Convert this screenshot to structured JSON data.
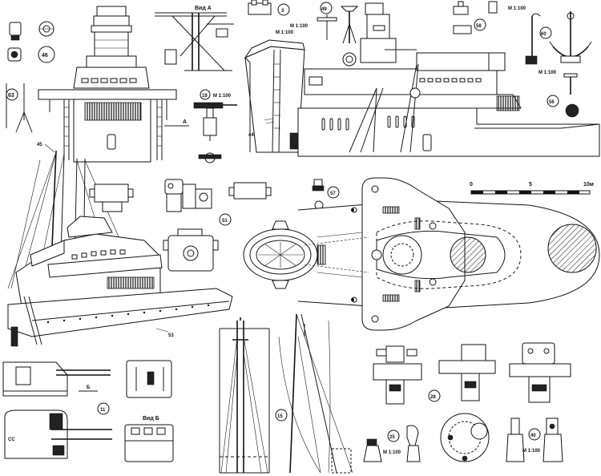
{
  "labels": {
    "vid_a": "Вид А",
    "vid_b": "Вид Б",
    "mark_a": "А",
    "mark_b": "Б",
    "n3": "3",
    "n49": "49",
    "n58": "58",
    "n60": "60",
    "n46": "46",
    "n63": "63",
    "n19": "19",
    "n44": "44",
    "n56": "56",
    "n45": "45",
    "n51": "51",
    "n57": "57",
    "n53": "53",
    "n11": "11",
    "n15": "15",
    "n28": "28",
    "n25": "25",
    "n40": "40"
  },
  "scale_notes": {
    "m100_a": "М 1:100",
    "m100_b": "М 1:100",
    "m100_c": "М 1:100",
    "m100_d": "М 1:100",
    "m100_e": "М 1:100",
    "m100_f": "М 1:100",
    "m100_g": "М 1:100"
  },
  "scale_bar": {
    "tick0": "0",
    "tick5": "5",
    "tick10": "10м"
  }
}
